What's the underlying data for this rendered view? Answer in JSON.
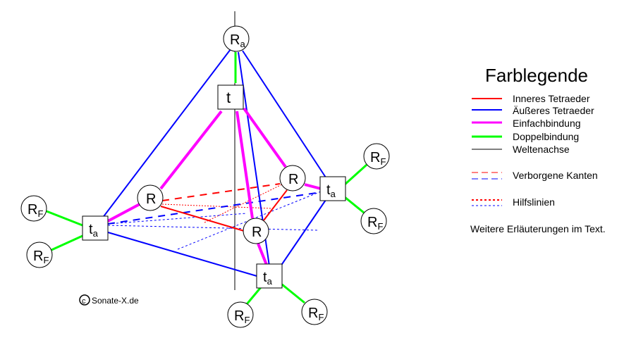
{
  "nodes": {
    "top": {
      "label": "R",
      "sub": "a"
    },
    "center": {
      "label": "t"
    },
    "ring": {
      "label": "R"
    },
    "corner": {
      "label": "t",
      "sub": "a"
    },
    "rest": {
      "label": "R",
      "sub": "F"
    }
  },
  "legend": {
    "title": "Farblegende",
    "items": [
      {
        "label": "Inneres Tetraeder",
        "color": "#ff0000"
      },
      {
        "label": "Äußeres Tetraeder",
        "color": "#0000ff"
      },
      {
        "label": "Einfachbindung",
        "color": "#ff00ff"
      },
      {
        "label": "Doppelbindung",
        "color": "#00ff00"
      },
      {
        "label": "Weltenachse",
        "color": "#000000"
      },
      {
        "label": "Verborgene Kanten",
        "color": "#ff0000"
      },
      {
        "label": "Hilfslinien",
        "color": "#ff0000"
      }
    ],
    "note": "Weitere Erläuterungen im Text."
  },
  "copyright": {
    "symbol": "©",
    "text": "Sonate-X.de"
  }
}
